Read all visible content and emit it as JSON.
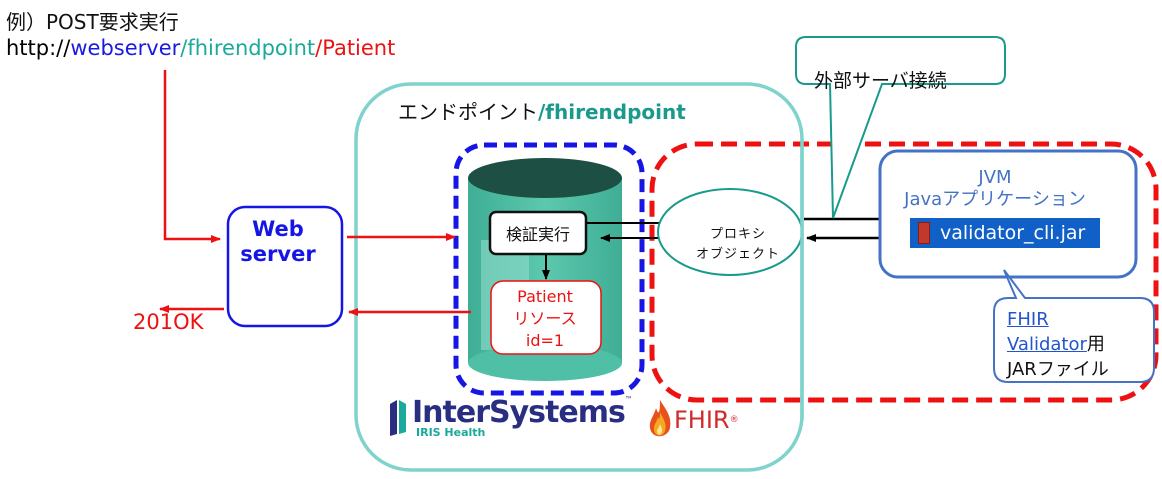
{
  "header": {
    "example_title": "例）POST要求実行",
    "url": {
      "scheme": "http://",
      "host": "webserver",
      "sep1": "/",
      "endpoint": "fhirendpoint",
      "sep2": "/",
      "resource": "Patient"
    }
  },
  "endpoint": {
    "label_prefix": "エンドポイント",
    "label_path": "/fhirendpoint"
  },
  "web_server": {
    "label": "Web server"
  },
  "response": {
    "label": "201OK"
  },
  "database": {
    "verify_label": "検証実行",
    "patient_resource": {
      "line1": "Patient",
      "line2": "リソース",
      "line3": "id=1"
    }
  },
  "proxy": {
    "line1": "プロキシ",
    "line2": "オブジェクト"
  },
  "callout_external": {
    "label": "外部サーバ接続"
  },
  "jvm": {
    "line1": "JVM",
    "line2": "Javaアプリケーション",
    "jar_file": "validator_cli.jar",
    "jar_icon": "jar-file-icon"
  },
  "fhir_validator_note": {
    "link_line1": "FHIR",
    "link_line2": "Validator",
    "suffix": "用",
    "line3": "JARファイル"
  },
  "logos": {
    "intersystems_main": "InterSystems",
    "intersystems_tm": "™",
    "intersystems_sub": "IRIS Health",
    "fhir": "FHIR",
    "fhir_reg": "®",
    "fhir_icon": "flame-icon"
  },
  "colors": {
    "request_arrow": "#ee1111",
    "endpoint_border": "#7fd3cc",
    "iris_box_border": "#1515e6",
    "external_box_border": "#ee1111",
    "jvm_border": "#4472c4",
    "proxy_border": "#1a9a8c",
    "db_cylinder": "#4fbfa5"
  }
}
